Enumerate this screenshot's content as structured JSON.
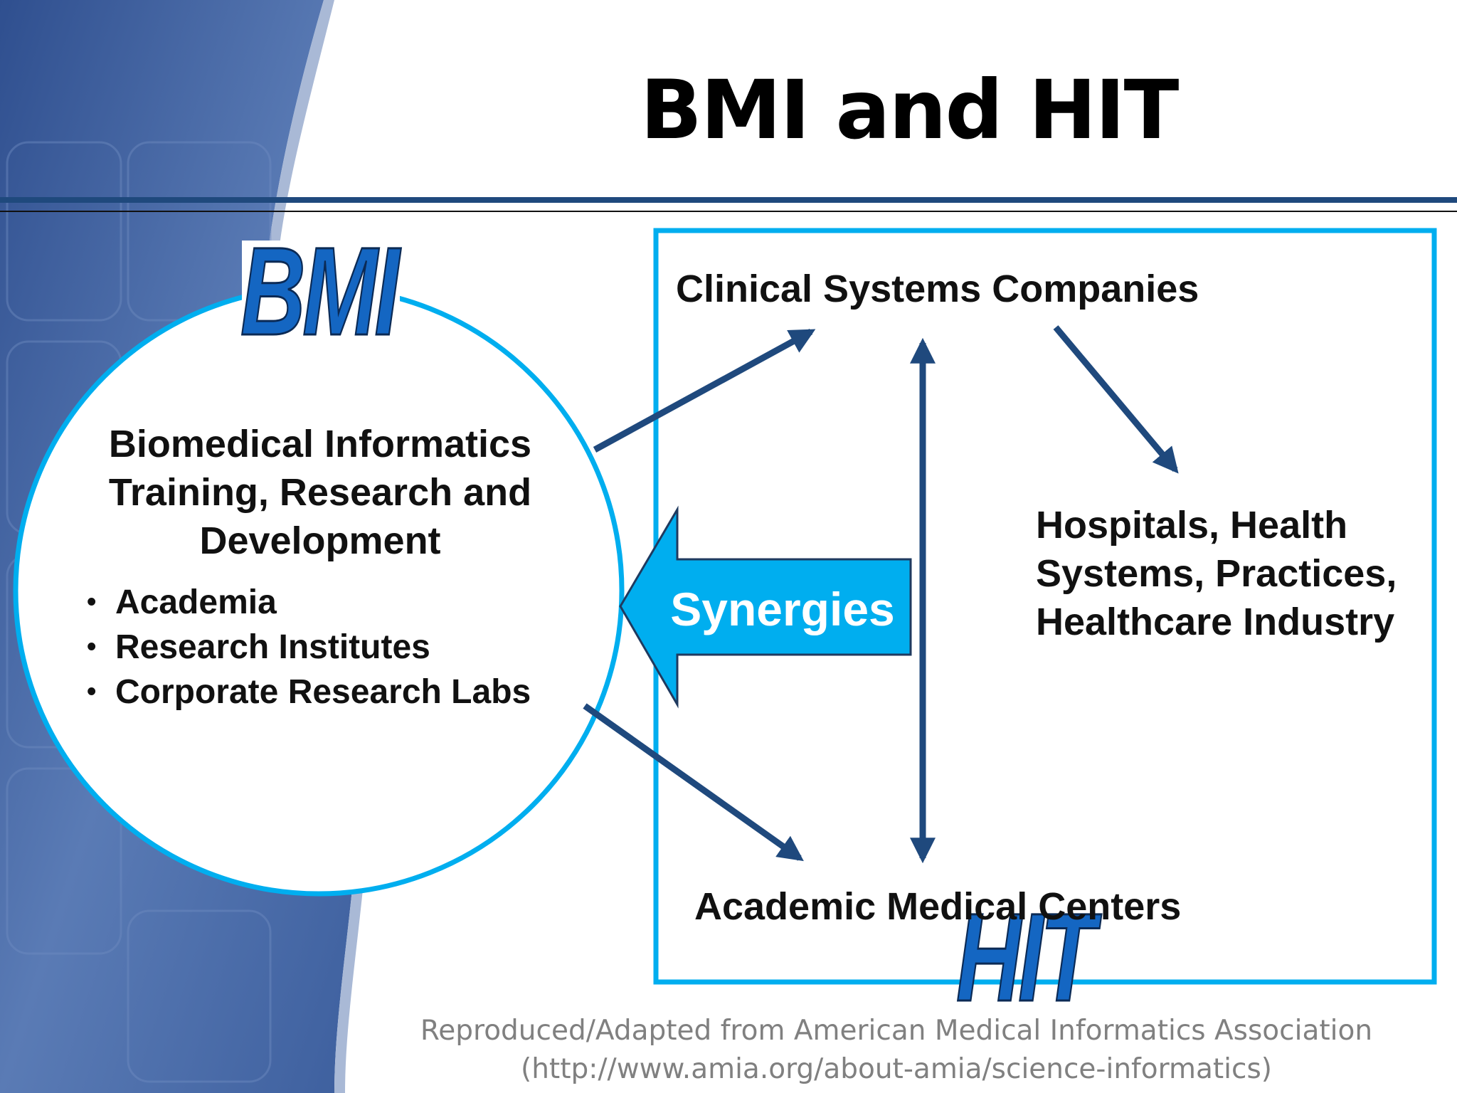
{
  "slide": {
    "title": "BMI and HIT",
    "bmi_label": "BMI",
    "hit_label": "HIT",
    "circle": {
      "heading_lines": [
        "Biomedical Informatics",
        "Training, Research and",
        "Development"
      ],
      "bullets": [
        "Academia",
        "Research Institutes",
        "Corporate Research Labs"
      ],
      "bullet_glyph": "•"
    },
    "nodes": {
      "clinical": "Clinical Systems Companies",
      "hospitals_lines": [
        "Hospitals, Health",
        "Systems, Practices,",
        "Healthcare Industry"
      ],
      "academic": "Academic Medical Centers"
    },
    "synergies_label": "Synergies",
    "credit_lines": [
      "Reproduced/Adapted from American Medical Informatics Association",
      "(http://www.amia.org/about-amia/science-informatics)"
    ]
  },
  "colors": {
    "accent_blue": "#00aeef",
    "arrow_navy": "#1f497d",
    "rule_navy": "#1f497d",
    "logo_blue": "#1466c2",
    "background_panel": "#3b5998"
  }
}
